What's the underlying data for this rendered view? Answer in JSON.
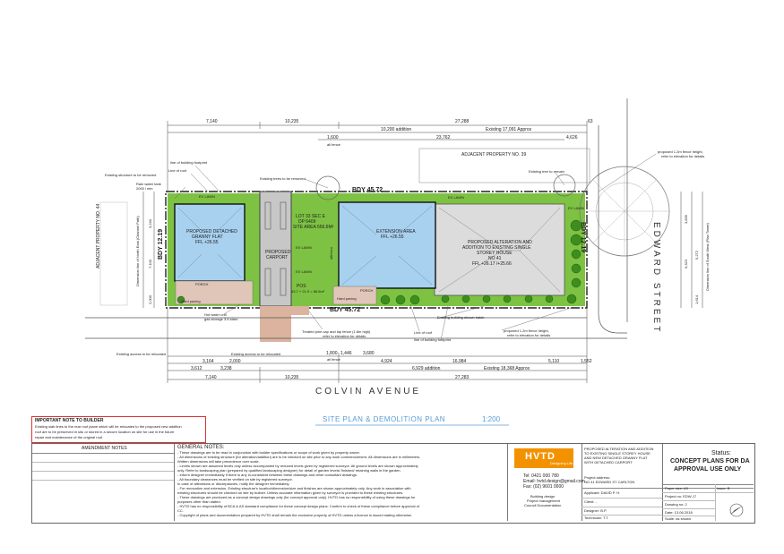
{
  "streets": {
    "south": "COLVIN AVENUE",
    "east": "EDWARD STREET"
  },
  "plan_title": {
    "label": "SITE PLAN & DEMOLITION PLAN",
    "scale": "1:200"
  },
  "boundaries": {
    "north": "BDY 45.72",
    "south": "BDY 45.72",
    "west": "BDY 12.19",
    "east": "BDY 12.19"
  },
  "top_dims": {
    "row1": [
      "7,140",
      "10,235",
      "27,288",
      "63"
    ],
    "row2": [
      "1,600",
      "10,200  addition",
      "Existing   17,091   Approx",
      "4,626"
    ],
    "row3": [
      "all fence",
      "23,762"
    ]
  },
  "bottom_dims": {
    "row1": [
      "1,800",
      "1,446",
      "3,680",
      "4,924",
      "6,929  addition",
      "16,984",
      "5,110",
      "1,552"
    ],
    "row1_sub": [
      "all fence"
    ],
    "row2": [
      "3,164",
      "2,000",
      "Existing   18,368   Approx"
    ],
    "row3": [
      "3,612",
      "3,238",
      "7,140",
      "10,235",
      "27,283"
    ]
  },
  "areas": {
    "granny_flat": [
      "PROPOSED DETACHED",
      "GRANNY FLAT",
      "FFL +26.55"
    ],
    "carport": [
      "PROPOSED",
      "CARPORT"
    ],
    "lot": [
      "LOT 33 SEC E",
      "DP 6409",
      "SITE AREA 556.6M²"
    ],
    "extension": [
      "EXTENSION AREA",
      "FFL +26.55"
    ],
    "existing_house": [
      "PROPOSED ALTERATION AND",
      "ADDITION TO EXISTING SINGLE",
      "STOREY HOUSE",
      "NO 41",
      "FFL +26.17 /+25.66"
    ],
    "pos": [
      "POS",
      "63.7 + 21.9 = 85.6m²"
    ],
    "lawn_labels": [
      "EX LAWN",
      "EX LAWN",
      "EX LAWN",
      "EX LAWN",
      "EX LAWN"
    ],
    "porch": [
      "PORCH",
      "PORCH"
    ],
    "hard_paving": [
      "Hard paving",
      "Hard paving"
    ],
    "alfresco": "alfresco",
    "adjacent_north": "ADJACENT PROPERTY NO. 39",
    "adjacent_west": "ADJACENT PROPERTY NO. 44"
  },
  "callouts": {
    "left_top": [
      "line of building footprint",
      "Line of roof",
      "Existing structure to be removed",
      "Rain water tank",
      "2000 l min"
    ],
    "mid_top": [
      "Existing trees to be removed"
    ],
    "right_top": [
      "Existing tree to remain",
      "proposed 1.2m fence height,",
      "refer to elevation for details"
    ],
    "bottom": [
      "Hot water unit",
      "gas storage 3.6 stars",
      "Treated pine cap and lap fence (1.8m high)",
      "refer to elevation for details",
      "Line of roof",
      "line of building footprint",
      "Existing building shown hatch",
      "proposed 1.2m fence height,",
      "refer to elevation for details",
      "Existing access to be relocated",
      "Existing access to be relocated"
    ]
  },
  "side_dims": {
    "west": [
      "Dimension line of North East (Channel Path)",
      "3,240",
      "7,100",
      "2,000"
    ],
    "east": [
      "3,835",
      "6,323",
      "5,272",
      "1,614",
      "Dimension line of South West (Plan Tower)"
    ]
  },
  "important_note": {
    "heading": "IMPORTANT NOTE TO BUILDER",
    "lines": [
      "Existing slab lines to the rear roof plane which will be relocated to the proposed new addition",
      "roof are to be preserved in situ or stored in a secure location on site for use in the future",
      "repair and maintenance of the original roof"
    ]
  },
  "amendment_notes_header": "AMENDMENT NOTES",
  "general_notes": {
    "heading": "GENERAL NOTES:",
    "lines": [
      "- These drawings are to be read in conjunction with builder specifications or scope of work given by property owner.",
      "- All dimensions of existing structure (for alteration/addition) are to be checked on site prior to any work commencement. All dimensions are in millimeters.",
      "  Written dimensions will take precedence over scale.",
      "- Levels shown are assumed levels only unless accompanied by reduced levels given by registered surveyor. All ground levels are shown approximately",
      "  only. Refer to landscaping plan (prepared by qualified landscaping designer) for detail of garden levels/ finished/ retaining walls in the garden.",
      "- Inform designer immediately if there is any in-consistent between these drawings and other consultant drawings.",
      "- All boundary clearances must be verified on site by registered surveyor.",
      "  In case of alterations or discrepancies, notify the designer immediately.",
      "- For renovation and extension, Existing structure's location/dimension/size and finishes are shown approximately only. Any work in association with",
      "  existing structures should be checked on site by builder. Unless accurate information given by surveyor is provided to these existing structures.",
      "- These drawings are produced as a concept design drawings only (for concept approval only). HVTD has no responsibility of using these drawings for",
      "  purposes other than stated.",
      "- HVTD has no responsibility of BCA & AS standard compliance for these concept design plans. Confirm to check of these compliance before approval of",
      "  CC.",
      "- Copyright of plans and documentation prepared by HVTD shall remain the exclusive property of HVTD unless a licence is issued stating otherwise."
    ]
  },
  "company": {
    "logo": "HVTD",
    "logo_sub": "Designing Life",
    "tel": "Tel: 0421 000 780",
    "email": "Email: hvtd.design@gmail.com",
    "fax": "Fax: (02) 9601 0000",
    "services": [
      "Building design",
      "Project management",
      "Council Documentation"
    ]
  },
  "project": {
    "description": [
      "PROPOSED ALTERATION AND ADDITION",
      "TO EXISTING SINGLE STOREY HOUSE",
      "AND NEW DETACHED GRANNY FLAT",
      "WITH DETACHED CARPORT"
    ],
    "address": [
      "Project address:",
      "NO 41 EDWARD ST CARLTON"
    ],
    "applicant": "Applicant: DAVID P. H.",
    "client": "Client: -",
    "designer": "Designer: B.P.",
    "technician": "Technician: T.T."
  },
  "sheet": {
    "paper_size": "Paper size: A3",
    "issue": "Issue: B",
    "project_no": "Project no: EDW-17",
    "drawing_no": "Drawing no: 2",
    "date": "Date: 13.06.2018",
    "scale": "Scale: as shown"
  },
  "status": {
    "label": "Status:",
    "value": [
      "CONCEPT PLANS FOR DA",
      "APPROVAL USE ONLY"
    ]
  },
  "colors": {
    "lawn": "#7dc242",
    "granny_flat": "#a8d0ef",
    "extension": "#a8d0ef",
    "existing_house": "#dcdcdc",
    "carport_path": "#dbb39e",
    "tree": "#3e8e1f",
    "title_accent": "#5a9bd5",
    "note_border": "#dd3333",
    "logo_bg": "#f39200"
  }
}
